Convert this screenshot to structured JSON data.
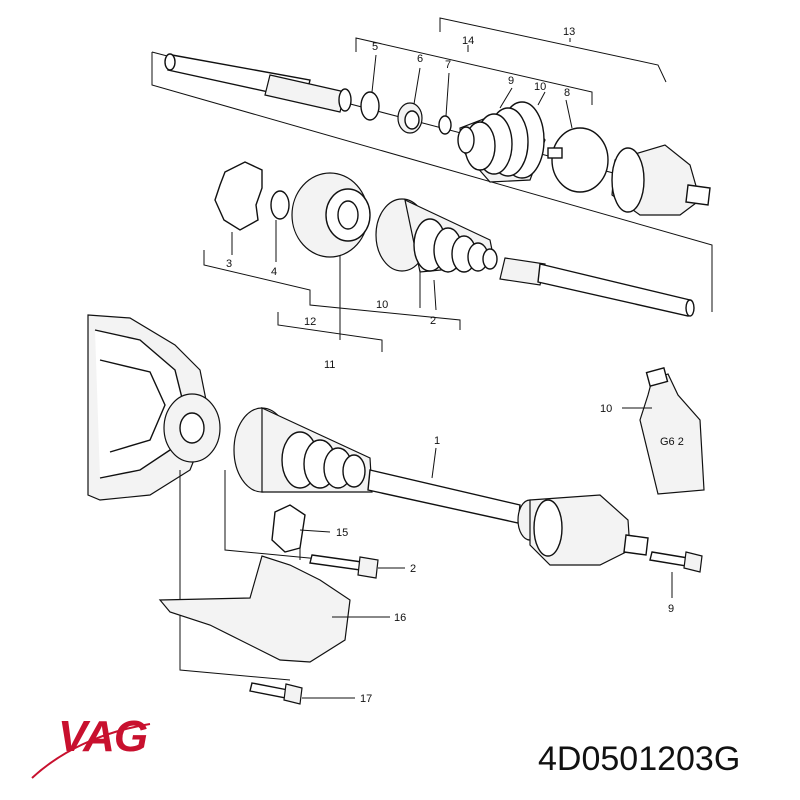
{
  "labels": {
    "l13": "13",
    "l14": "14",
    "l5": "5",
    "l6": "6",
    "l7": "7",
    "l9a": "9",
    "l10a": "10",
    "l8": "8",
    "l3": "3",
    "l4": "4",
    "l10b": "10",
    "l2a": "2",
    "l12": "12",
    "l11": "11",
    "l10c": "10",
    "l1": "1",
    "l15": "15",
    "l2b": "2",
    "l16": "16",
    "l9b": "9",
    "l17": "17"
  },
  "tube_text": "G6 2",
  "brand": "VAG",
  "part_number": "4D0501203G",
  "colors": {
    "brand": "#c8102e",
    "ink": "#111111"
  }
}
